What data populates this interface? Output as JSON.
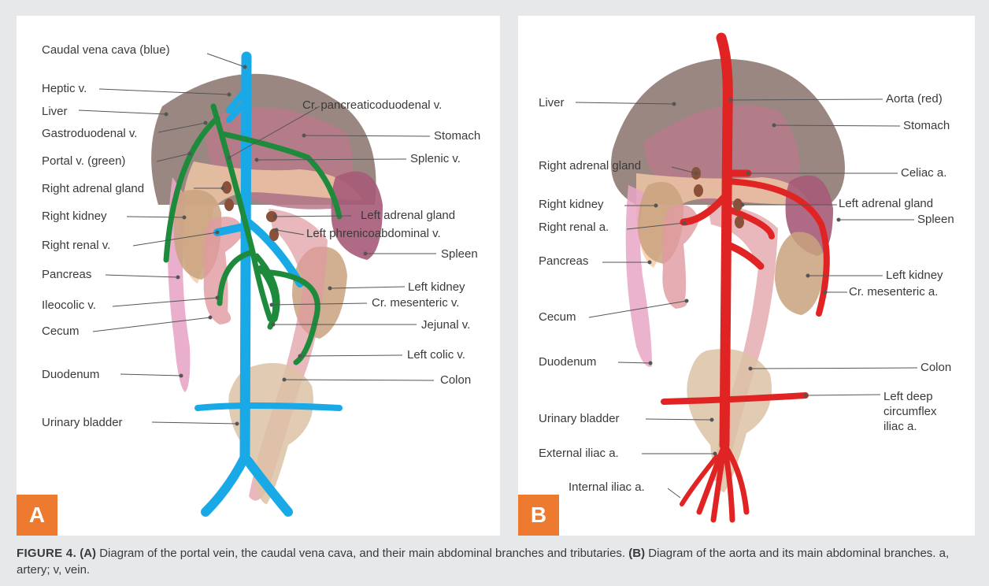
{
  "panel_a": {
    "badge": "A",
    "labels": {
      "caudal_vena_cava": "Caudal vena cava (blue)",
      "heptic_v": "Heptic v.",
      "liver": "Liver",
      "gastroduodenal_v": "Gastroduodenal v.",
      "portal_v": "Portal v. (green)",
      "right_adrenal_gland": "Right adrenal gland",
      "right_kidney": "Right kidney",
      "right_renal_v": "Right renal v.",
      "pancreas": "Pancreas",
      "ileocolic_v": "Ileocolic v.",
      "cecum": "Cecum",
      "duodenum": "Duodenum",
      "urinary_bladder": "Urinary bladder",
      "cr_pancreaticoduodenal_v": "Cr. pancreaticoduodenal v.",
      "stomach": "Stomach",
      "splenic_v": "Splenic v.",
      "left_adrenal_gland": "Left adrenal gland",
      "left_phrenicoabdominal_v": "Left phrenicoabdominal v.",
      "spleen": "Spleen",
      "left_kidney": "Left kidney",
      "cr_mesenteric_v": "Cr. mesenteric v.",
      "jejunal_v": "Jejunal v.",
      "left_colic_v": "Left colic v.",
      "colon": "Colon"
    }
  },
  "panel_b": {
    "badge": "B",
    "labels": {
      "liver": "Liver",
      "right_adrenal_gland": "Right adrenal gland",
      "right_kidney": "Right kidney",
      "right_renal_a": "Right renal a.",
      "pancreas": "Pancreas",
      "cecum": "Cecum",
      "duodenum": "Duodenum",
      "urinary_bladder": "Urinary bladder",
      "external_iliac_a": "External iliac a.",
      "internal_iliac_a": "Internal iliac a.",
      "aorta": "Aorta (red)",
      "stomach": "Stomach",
      "celiac_a": "Celiac a.",
      "left_adrenal_gland": "Left adrenal gland",
      "spleen": "Spleen",
      "left_kidney": "Left kidney",
      "cr_mesenteric_a": "Cr. mesenteric a.",
      "colon": "Colon",
      "left_deep_circumflex_iliac_a_line1": "Left deep",
      "left_deep_circumflex_iliac_a_line2": "circumflex",
      "left_deep_circumflex_iliac_a_line3": "iliac a."
    }
  },
  "caption": {
    "figure": "FIGURE 4.",
    "a_marker": "(A)",
    "a_text": " Diagram of the portal vein, the caudal vena cava, and their main abdominal branches and tributaries. ",
    "b_marker": "(B)",
    "b_text": " Diagram of the aorta and its main abdominal branches. a, artery; v, vein."
  },
  "colors": {
    "liver": "#8f7a74",
    "stomach": "#b87a8a",
    "spleen": "#a65b78",
    "kidney": "#c9a27e",
    "bladder": "#dcc2a4",
    "cecum": "#e09aa0",
    "duodenum": "#e8a6c6",
    "vena_cava": "#19a9e6",
    "portal": "#1e8a3c",
    "aorta": "#e02424",
    "adrenal": "#8a5038",
    "badge": "#ee7a2f"
  }
}
